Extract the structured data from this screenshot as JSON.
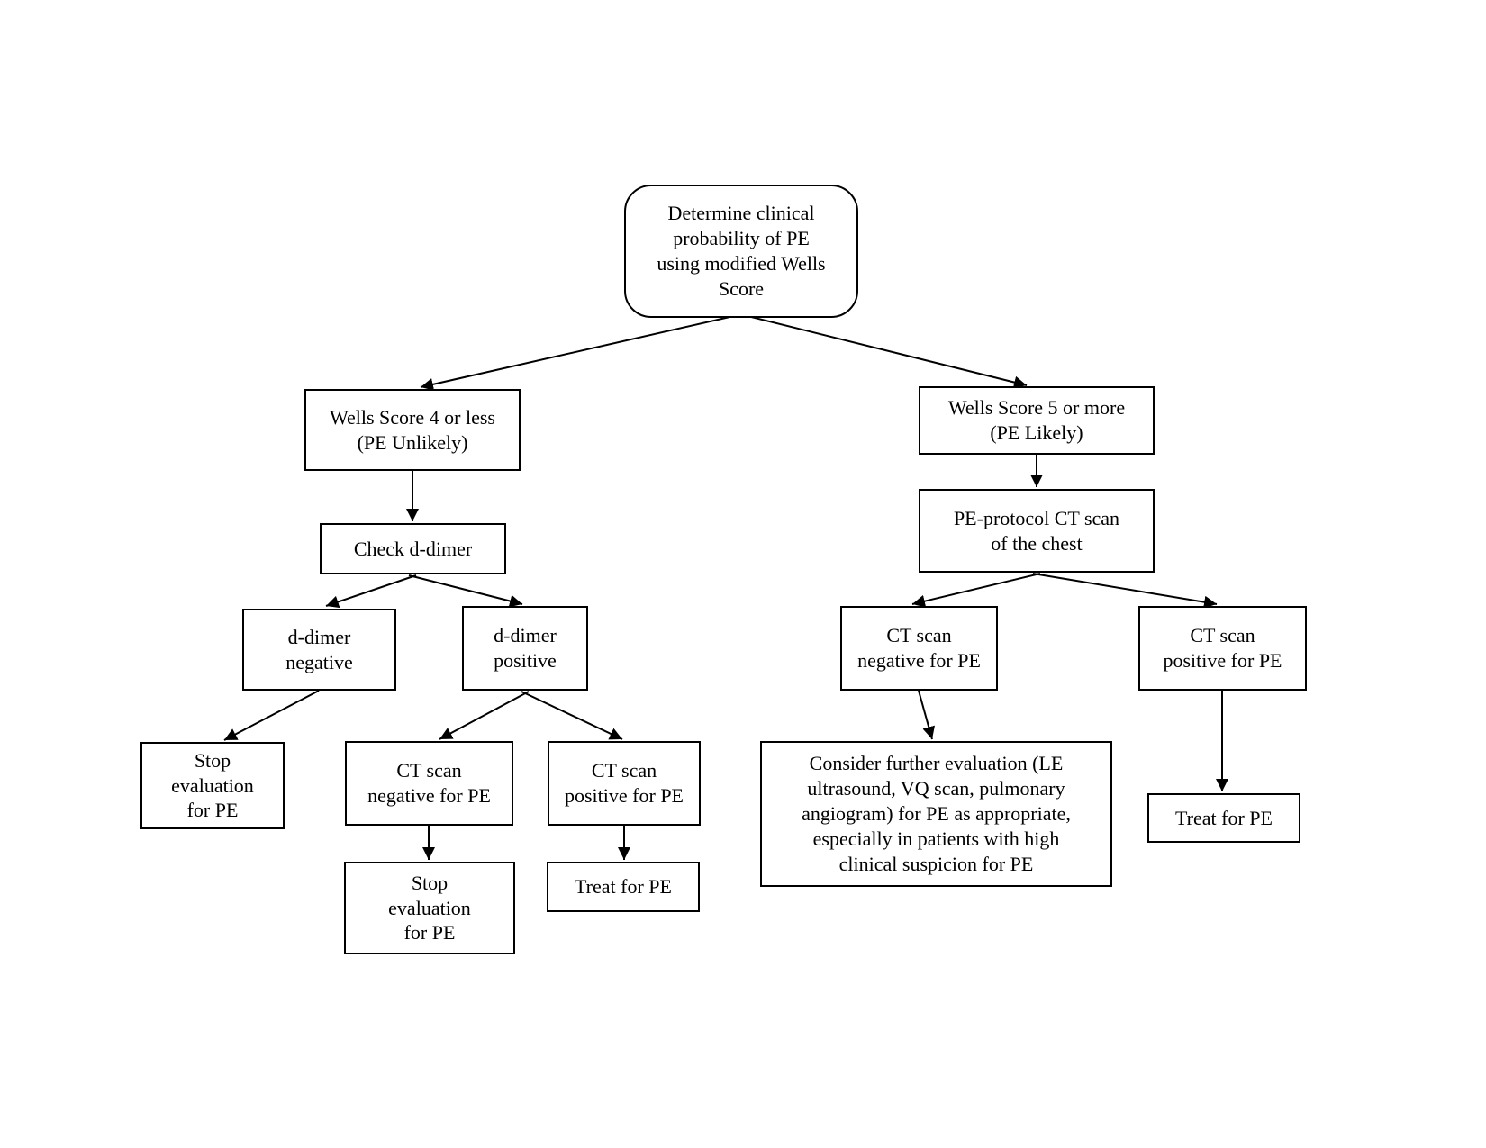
{
  "diagram": {
    "type": "flowchart",
    "colors": {
      "line": "#000000",
      "text": "#000000",
      "background": "#ffffff",
      "node_fill": "#ffffff"
    },
    "nodes": {
      "start": {
        "label": "Determine clinical\nprobability of PE\nusing modified Wells\nScore",
        "shape": "rounded"
      },
      "wells_low": {
        "label": "Wells Score 4 or less\n(PE Unlikely)",
        "shape": "rect"
      },
      "wells_high": {
        "label": "Wells Score 5 or more\n(PE Likely)",
        "shape": "rect"
      },
      "check_ddimer": {
        "label": "Check d-dimer",
        "shape": "rect"
      },
      "ddimer_negative": {
        "label": "d-dimer\nnegative",
        "shape": "rect"
      },
      "ddimer_positive": {
        "label": "d-dimer\npositive",
        "shape": "rect"
      },
      "stop_eval_left": {
        "label": "Stop\nevaluation\nfor PE",
        "shape": "rect"
      },
      "ct_negative_left": {
        "label": "CT scan\nnegative for PE",
        "shape": "rect"
      },
      "ct_positive_left": {
        "label": "CT scan\npositive for PE",
        "shape": "rect"
      },
      "stop_eval_center": {
        "label": "Stop\nevaluation\nfor PE",
        "shape": "rect"
      },
      "treat_left": {
        "label": "Treat for PE",
        "shape": "rect"
      },
      "pe_protocol": {
        "label": "PE-protocol CT scan\nof the chest",
        "shape": "rect"
      },
      "ct_negative_right": {
        "label": "CT scan\nnegative for PE",
        "shape": "rect"
      },
      "ct_positive_right": {
        "label": "CT scan\npositive for PE",
        "shape": "rect"
      },
      "consider_further": {
        "label": "Consider further evaluation (LE\nultrasound, VQ scan, pulmonary\nangiogram) for PE as appropriate,\nespecially in patients with high\nclinical suspicion for PE",
        "shape": "rect"
      },
      "treat_right": {
        "label": "Treat for PE",
        "shape": "rect"
      }
    },
    "edges": [
      {
        "from": "start",
        "to": "wells_low"
      },
      {
        "from": "start",
        "to": "wells_high"
      },
      {
        "from": "wells_low",
        "to": "check_ddimer"
      },
      {
        "from": "check_ddimer",
        "to": "ddimer_negative"
      },
      {
        "from": "check_ddimer",
        "to": "ddimer_positive"
      },
      {
        "from": "ddimer_negative",
        "to": "stop_eval_left"
      },
      {
        "from": "ddimer_positive",
        "to": "ct_negative_left"
      },
      {
        "from": "ddimer_positive",
        "to": "ct_positive_left"
      },
      {
        "from": "ct_negative_left",
        "to": "stop_eval_center"
      },
      {
        "from": "ct_positive_left",
        "to": "treat_left"
      },
      {
        "from": "wells_high",
        "to": "pe_protocol"
      },
      {
        "from": "pe_protocol",
        "to": "ct_negative_right"
      },
      {
        "from": "pe_protocol",
        "to": "ct_positive_right"
      },
      {
        "from": "ct_negative_right",
        "to": "consider_further"
      },
      {
        "from": "ct_positive_right",
        "to": "treat_right"
      }
    ]
  }
}
